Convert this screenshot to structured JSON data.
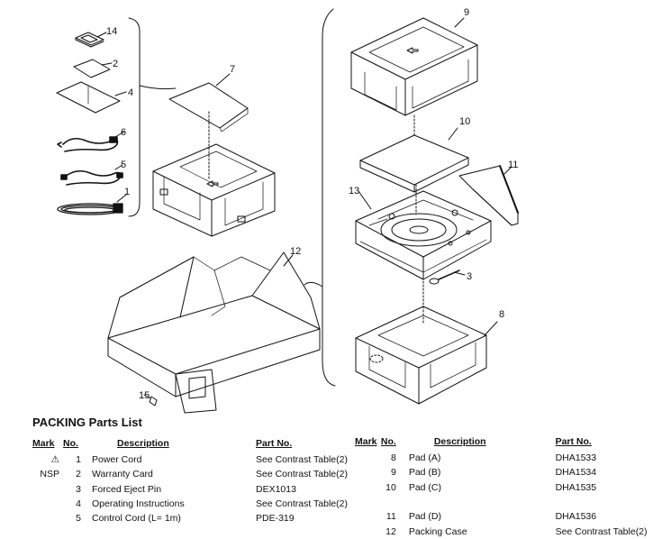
{
  "callouts": {
    "c1": "1",
    "c2": "2",
    "c3": "3",
    "c4": "4",
    "c5": "5",
    "c6": "6",
    "c7": "7",
    "c8": "8",
    "c9": "9",
    "c10": "10",
    "c11": "11",
    "c12": "12",
    "c13": "13",
    "c14": "14",
    "c15": "15"
  },
  "parts_list": {
    "title_bold": "PACKING",
    "title_rest": "Parts List",
    "headers": {
      "mark": "Mark",
      "no": "No.",
      "description": "Description",
      "part_no": "Part No."
    },
    "left_rows": [
      {
        "mark": "⚠",
        "no": "1",
        "description": "Power Cord",
        "part_no": "See Contrast Table(2)"
      },
      {
        "mark": "NSP",
        "no": "2",
        "description": "Warranty Card",
        "part_no": "See Contrast Table(2)"
      },
      {
        "mark": "",
        "no": "3",
        "description": "Forced Eject Pin",
        "part_no": "DEX1013"
      },
      {
        "mark": "",
        "no": "4",
        "description": "Operating Instructions",
        "part_no": "See Contrast Table(2)"
      },
      {
        "mark": "",
        "no": "5",
        "description": "Control Cord (L= 1m)",
        "part_no": "PDE-319"
      }
    ],
    "right_rows": [
      {
        "mark": "",
        "no": "8",
        "description": "Pad (A)",
        "part_no": "DHA1533"
      },
      {
        "mark": "",
        "no": "9",
        "description": "Pad (B)",
        "part_no": "DHA1534"
      },
      {
        "mark": "",
        "no": "10",
        "description": "Pad (C)",
        "part_no": "DHA1535"
      },
      {
        "mark": "",
        "no": "11",
        "description": "Pad (D)",
        "part_no": "DHA1536"
      },
      {
        "mark": "",
        "no": "12",
        "description": "Packing Case",
        "part_no": "See Contrast Table(2)"
      }
    ]
  }
}
